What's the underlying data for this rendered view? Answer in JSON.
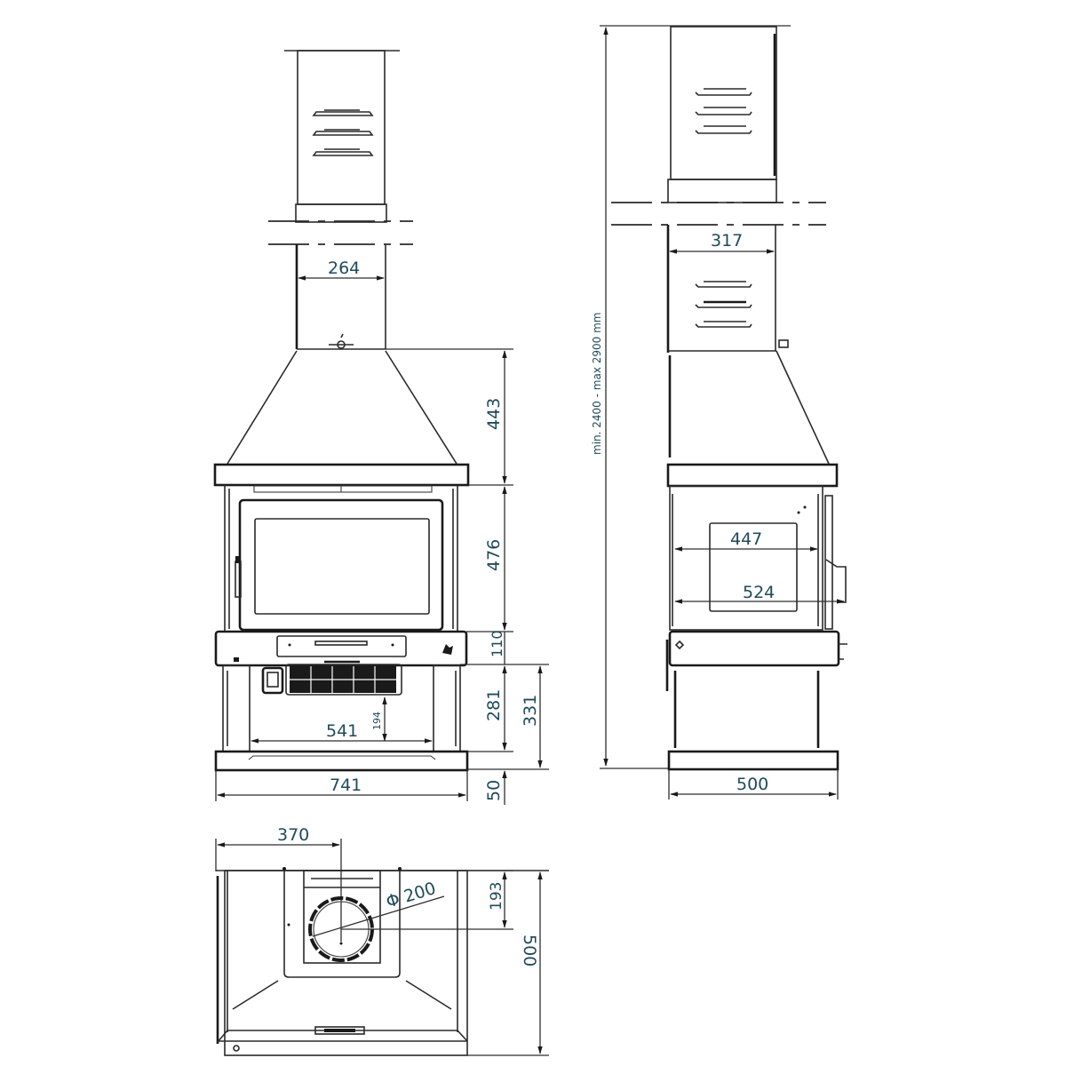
{
  "drawing": {
    "title": "Fireplace technical drawing",
    "units": "mm",
    "colors": {
      "line": "#2a2a2a",
      "dimension_text": "#1f4a5a",
      "background": "#ffffff"
    }
  },
  "front_view": {
    "flue_width": "264",
    "hood_height": "443",
    "firebox_height": "476",
    "ash_drawer_height": "110",
    "base_opening_height": "281",
    "base_total_height": "331",
    "plinth_height": "50",
    "base_opening_width": "541",
    "grille_to_floor": "194",
    "overall_width": "741"
  },
  "side_view": {
    "flue_depth": "317",
    "total_height_range": "min. 2400  -  max 2900 mm",
    "firebox_depth_inner": "447",
    "firebox_depth_outer": "524",
    "overall_depth": "500"
  },
  "top_view": {
    "flue_center_offset": "370",
    "flue_diameter": "Φ 200",
    "flue_center_from_back": "193",
    "overall_depth": "500"
  }
}
